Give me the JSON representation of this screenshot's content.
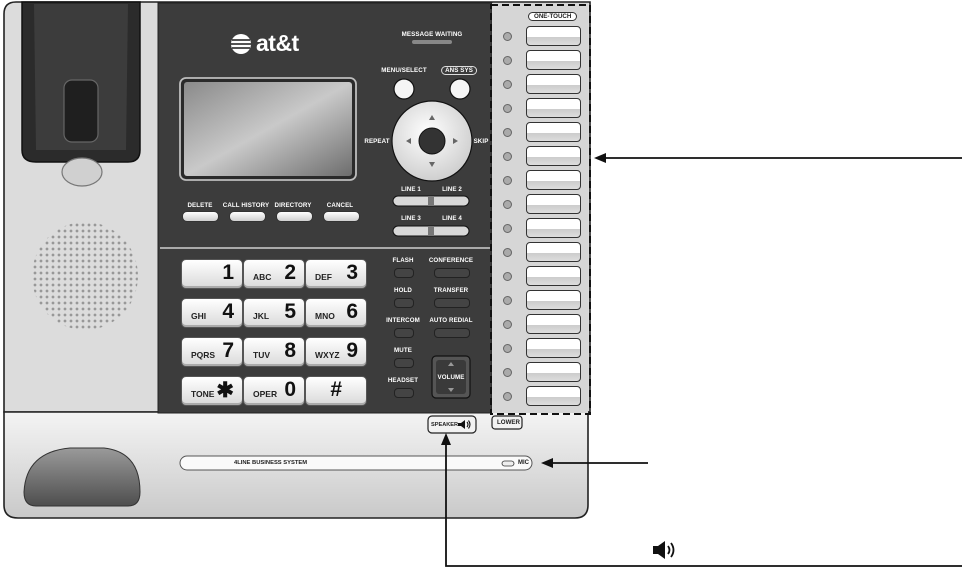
{
  "brand": {
    "logo_text": "at&t"
  },
  "panel": {
    "message_waiting": "MESSAGE WAITING",
    "menu_select": "MENU/SELECT",
    "ans_sys": "ANS SYS",
    "repeat": "REPEAT",
    "skip": "SKIP",
    "line1": "LINE 1",
    "line2": "LINE 2",
    "line3": "LINE 3",
    "line4": "LINE 4",
    "soft_keys": [
      "DELETE",
      "CALL HISTORY",
      "DIRECTORY",
      "CANCEL"
    ]
  },
  "keypad": [
    {
      "letters": "",
      "digit": "1"
    },
    {
      "letters": "ABC",
      "digit": "2"
    },
    {
      "letters": "DEF",
      "digit": "3"
    },
    {
      "letters": "GHI",
      "digit": "4"
    },
    {
      "letters": "JKL",
      "digit": "5"
    },
    {
      "letters": "MNO",
      "digit": "6"
    },
    {
      "letters": "PQRS",
      "digit": "7"
    },
    {
      "letters": "TUV",
      "digit": "8"
    },
    {
      "letters": "WXYZ",
      "digit": "9"
    },
    {
      "letters": "TONE",
      "digit": "✱"
    },
    {
      "letters": "OPER",
      "digit": "0"
    },
    {
      "letters": "",
      "digit": "#"
    }
  ],
  "function_keys": {
    "flash": "FLASH",
    "conference": "CONFERENCE",
    "hold": "HOLD",
    "transfer": "TRANSFER",
    "intercom": "INTERCOM",
    "auto_redial": "AUTO REDIAL",
    "mute": "MUTE",
    "headset": "HEADSET",
    "volume": "VOLUME"
  },
  "one_touch": {
    "label": "ONE-TOUCH",
    "lower": "LOWER",
    "key_count": 16
  },
  "base": {
    "speaker": "SPEAKER",
    "system_name": "4LINE BUSINESS SYSTEM",
    "mic": "MIC"
  },
  "callout": {
    "speaker_icon": "speaker-icon"
  },
  "colors": {
    "panel": "#3d3d3d",
    "body": "#cfcfcf",
    "outline": "#222222"
  }
}
